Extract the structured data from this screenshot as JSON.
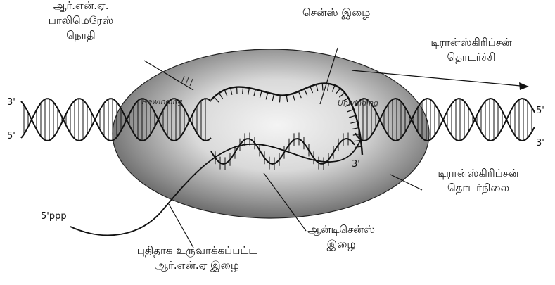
{
  "labels": {
    "rna_polymerase": [
      "ஆர்.என்.ஏ.",
      "பாலிமெரேஸ்",
      "நொதி"
    ],
    "sense_strand": "சென்ஸ் இழை",
    "transcription_direction": [
      "டிரான்ஸ்கிரிப்சன்",
      "தொடர்ச்சி"
    ],
    "transcription_stage": [
      "டிரான்ஸ்கிரிப்சன்",
      "தொடர்நிலை"
    ],
    "antisense_strand": [
      "ஆன்டிசென்ஸ்",
      "இழை"
    ],
    "new_rna": [
      "புதிதாக உருவாக்கப்பட்ட",
      "ஆர்.என்.ஏ இழை"
    ]
  },
  "ends": {
    "left_top": "3'",
    "left_bottom": "5'",
    "right_top": "5'",
    "right_bottom": "3'",
    "rna_tail": "5'ppp",
    "rna_head": "3'"
  },
  "inner_text": {
    "rewinding": "Rewinding",
    "unwinding": "Unwinding"
  },
  "colors": {
    "ink": "#111111",
    "bubble_outer": "#5a5a5a",
    "bubble_inner": "#f2f2f2"
  }
}
